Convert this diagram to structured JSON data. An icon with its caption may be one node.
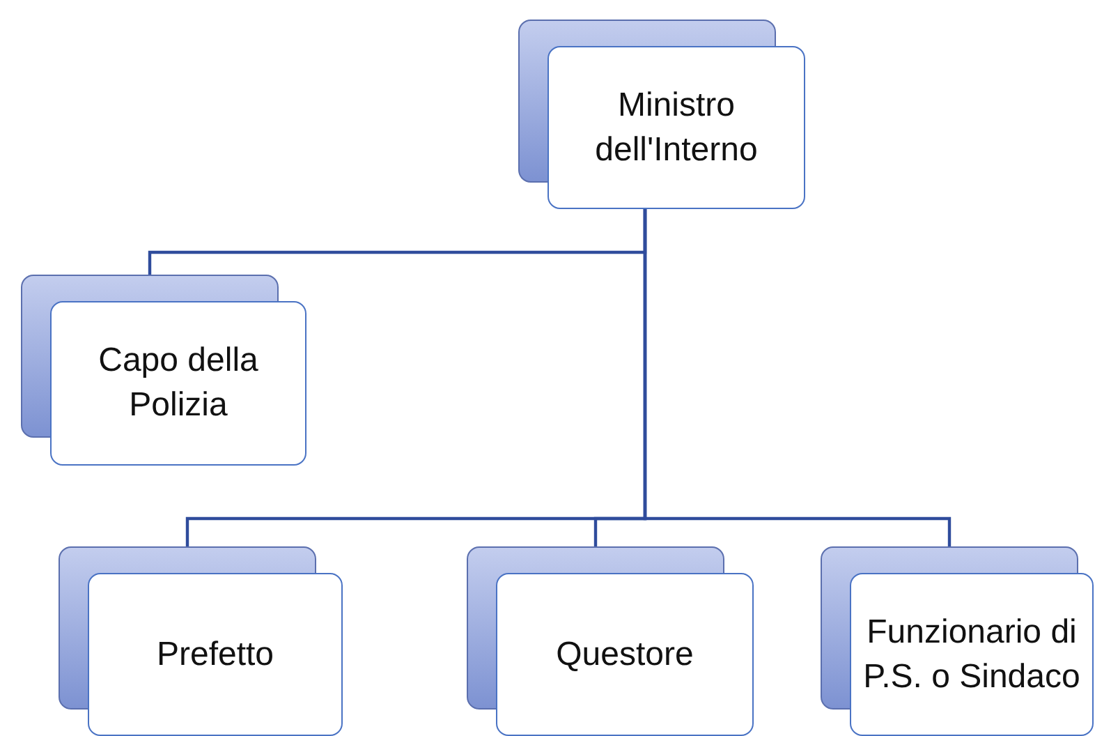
{
  "diagram": {
    "nodes": [
      {
        "text": [
          "Ministro dell'Interno"
        ]
      },
      {
        "text": [
          "Capo della Polizia"
        ]
      },
      {
        "text": [
          "Prefetto"
        ]
      },
      {
        "text": [
          "Questore"
        ]
      },
      {
        "text": [
          "Funzionario di P.S. o Sindaco"
        ]
      }
    ],
    "edges": [
      {
        "from": 0,
        "to": 1,
        "arrow": "none"
      },
      {
        "from": 0,
        "to": 2,
        "arrow": "none"
      },
      {
        "from": 0,
        "to": 3,
        "arrow": "none"
      },
      {
        "from": 0,
        "to": 4,
        "arrow": "none"
      }
    ]
  }
}
